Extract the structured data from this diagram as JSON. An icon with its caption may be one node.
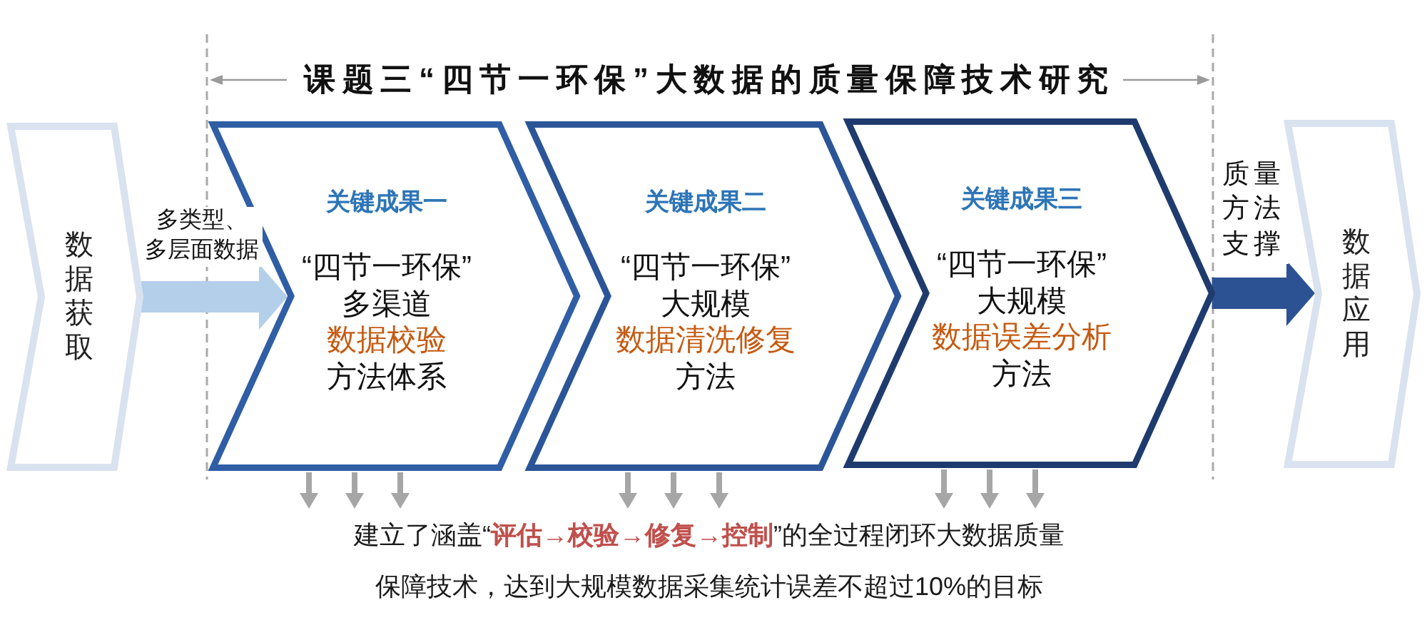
{
  "diagram": {
    "title": "课题三“四节一环保”大数据的质量保障技术研究",
    "nodes": [
      {
        "text": [
          "数据获取"
        ]
      },
      {
        "text": [
          "关键成果一",
          "“四节一环保”",
          "多渠道",
          "数据校验",
          "方法体系"
        ]
      },
      {
        "text": [
          "关键成果二",
          "“四节一环保”",
          "大规模",
          "数据清洗修复",
          "方法"
        ]
      },
      {
        "text": [
          "关键成果三",
          "“四节一环保”",
          "大规模",
          "数据误差分析",
          "方法"
        ]
      },
      {
        "text": [
          "数据应用"
        ]
      },
      {
        "text": [
          "建立了涵盖“**评估→校验→修复→控制**”的全过程闭环大数据质量保障技术，达到大规模数据采集统计误差不超过10%的目标"
        ]
      }
    ],
    "edges": [
      {
        "from": 0,
        "to": 1,
        "arrow": "to",
        "label": "多类型、多层面数据",
        "style": "thick",
        "color": "#b4cfea"
      },
      {
        "from": 3,
        "to": 4,
        "arrow": "to",
        "label": "质量方法支撑",
        "style": "thick",
        "color": "#2c5293"
      },
      {
        "from": 1,
        "to": 5,
        "arrow": "to"
      },
      {
        "from": 1,
        "to": 5,
        "arrow": "to"
      },
      {
        "from": 1,
        "to": 5,
        "arrow": "to"
      },
      {
        "from": 2,
        "to": 5,
        "arrow": "to"
      },
      {
        "from": 2,
        "to": 5,
        "arrow": "to"
      },
      {
        "from": 2,
        "to": 5,
        "arrow": "to"
      },
      {
        "from": 3,
        "to": 5,
        "arrow": "to"
      },
      {
        "from": 3,
        "to": 5,
        "arrow": "to"
      },
      {
        "from": 3,
        "to": 5,
        "arrow": "to"
      }
    ]
  }
}
